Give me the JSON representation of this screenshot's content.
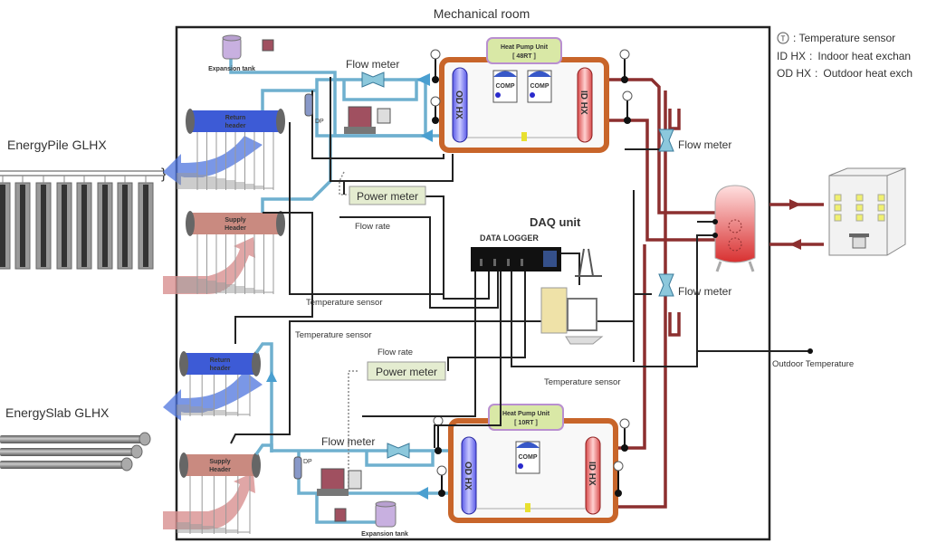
{
  "title": "Mechanical room",
  "legend": {
    "symbol": "T",
    "items": [
      {
        "key": "Ⓣ",
        "sep": ":",
        "text": "Temperature sensor"
      },
      {
        "key": "ID HX",
        "sep": ":",
        "text": "Indoor heat exchan"
      },
      {
        "key": "OD HX",
        "sep": ":",
        "text": "Outdoor heat exch"
      }
    ]
  },
  "ground": {
    "pile_label": "EnergyPile GLHX",
    "slab_label": "EnergySlab GLHX"
  },
  "headers": {
    "return_top": [
      "Return",
      "header"
    ],
    "supply_top": [
      "Supply",
      "Header"
    ],
    "return_bottom": [
      "Return",
      "header"
    ],
    "supply_bottom": [
      "Supply",
      "Header"
    ]
  },
  "heat_pumps": [
    {
      "name": "Heat Pump Unit",
      "capacity": "[ 48RT ]",
      "od": "OD HX",
      "id": "ID HX",
      "comps": [
        "COMP",
        "COMP"
      ]
    },
    {
      "name": "Heat Pump Unit",
      "capacity": "[ 10RT ]",
      "od": "OD HX",
      "id": "ID HX",
      "comps": [
        "COMP"
      ]
    }
  ],
  "labels": {
    "expansion_tank_top": "Expansion tank",
    "expansion_tank_bottom": "Expansion tank",
    "flow_meter_top": "Flow meter",
    "flow_meter_bottom": "Flow meter",
    "flow_meter_right_top": "Flow meter",
    "flow_meter_right_bottom": "Flow meter",
    "dp_top": "DP",
    "dp_bottom": "DP",
    "power_meter_top": "Power meter",
    "power_meter_bottom": "Power meter",
    "flow_rate_top": "Flow rate",
    "flow_rate_bottom": "Flow rate",
    "temp_sensor_1": "Temperature sensor",
    "temp_sensor_2": "Temperature sensor",
    "temp_sensor_3": "Temperature sensor",
    "daq_unit": "DAQ unit",
    "data_logger": "DATA LOGGER",
    "outdoor_temp": "Outdoor Temperature"
  },
  "colors": {
    "ground_loop": "#6fb0cf",
    "building_loop": "#8c2f2f",
    "hp_frame": "#c8652a",
    "hp_label_bg": "#d9e8a6",
    "hp_label_border": "#b98fd0",
    "return_header": "#3d5bd6",
    "supply_header": "#c98a80"
  }
}
